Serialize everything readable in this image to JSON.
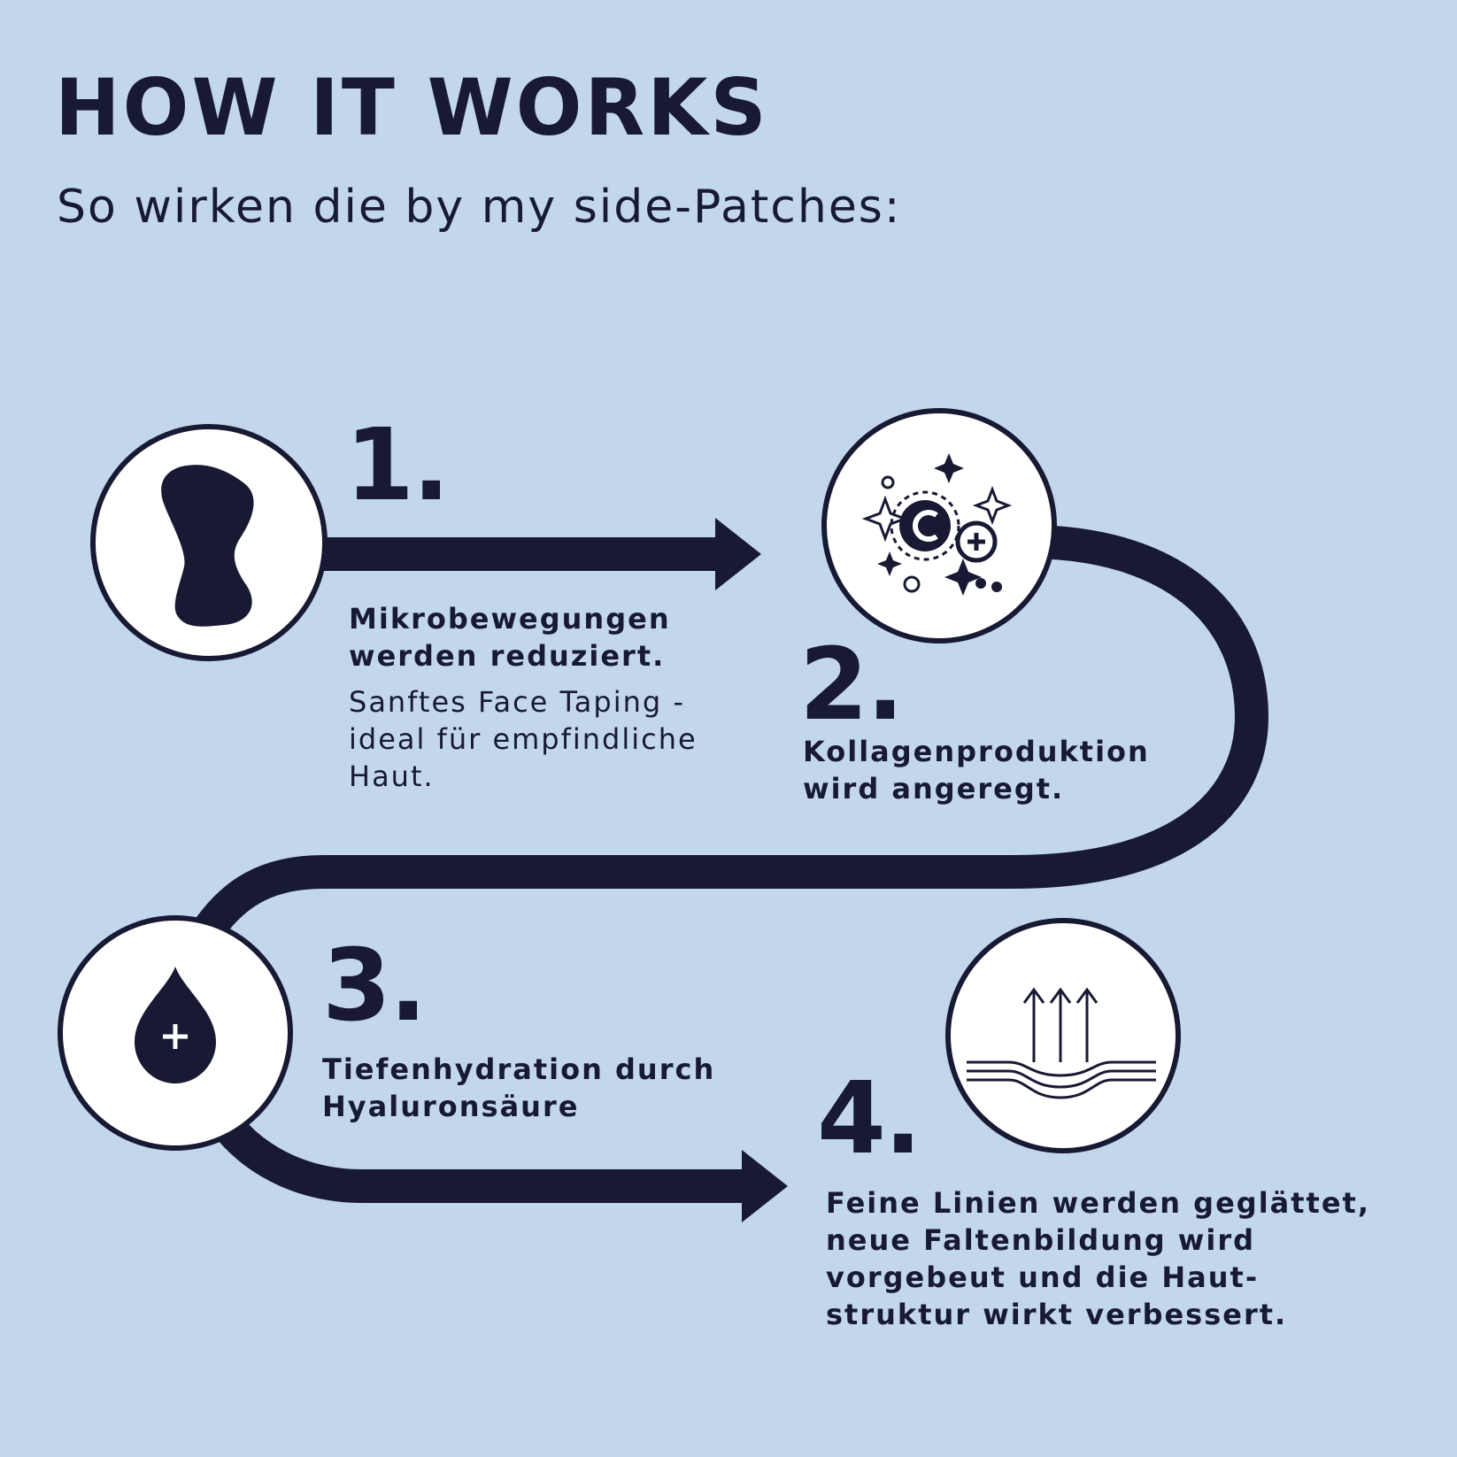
{
  "header": {
    "title": "HOW IT WORKS",
    "subtitle": "So wirken die by my side-Patches:"
  },
  "colors": {
    "background": "#c3d7eb",
    "ink": "#181a33",
    "circle_fill": "#ffffff"
  },
  "steps": [
    {
      "number": "1.",
      "icon": "face-tape-patch-icon",
      "title": "Mikrobewegungen\nwerden reduziert.",
      "description": "Sanftes Face Taping -\nideal für empfindliche\nHaut."
    },
    {
      "number": "2.",
      "icon": "vitamin-c-sparkle-icon",
      "icon_letter": "C",
      "title": "Kollagenproduktion\nwird angeregt."
    },
    {
      "number": "3.",
      "icon": "water-drop-plus-icon",
      "title": "Tiefenhydration durch\nHyaluronsäure"
    },
    {
      "number": "4.",
      "icon": "skin-lift-arrows-icon",
      "title": "Feine Linien werden geglättet,\nneue Faltenbildung wird\nvorgebeut und die Haut-\nstruktur wirkt verbessert."
    }
  ]
}
